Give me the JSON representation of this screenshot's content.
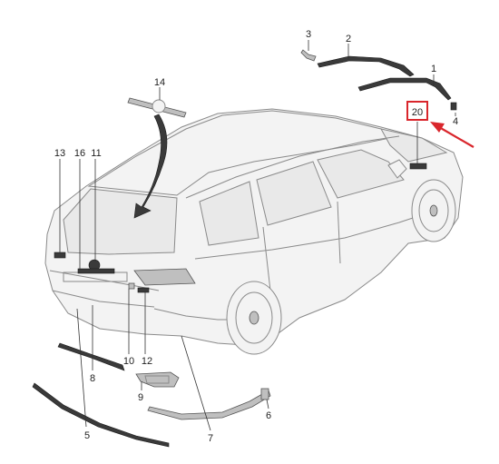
{
  "callouts": {
    "c1": "1",
    "c2": "2",
    "c3": "3",
    "c4": "4",
    "c5": "5",
    "c6": "6",
    "c7": "7",
    "c8": "8",
    "c9": "9",
    "c10": "10",
    "c11": "11",
    "c12": "12",
    "c13": "13",
    "c14": "14",
    "c16": "16",
    "c20": "20"
  },
  "colors": {
    "highlight": "#d9262c",
    "line": "#333333",
    "body": "#f3f3f3"
  },
  "icons": {
    "arrow": "red-arrow-icon"
  }
}
